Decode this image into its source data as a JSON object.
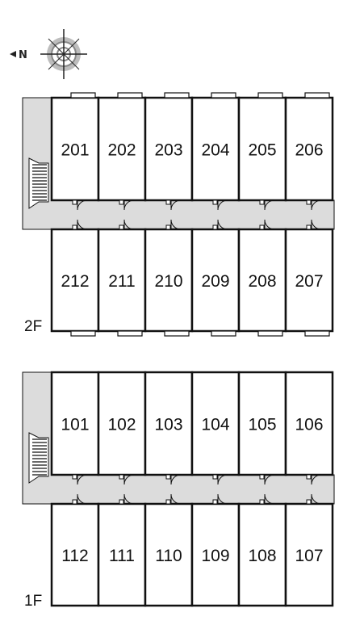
{
  "compass": {
    "north_label": "N",
    "icon": "compass-rose-icon"
  },
  "colors": {
    "corridor": "#dcdcdc",
    "wall": "#111111",
    "background": "#ffffff"
  },
  "floors": [
    {
      "id": "2F",
      "label": "2F",
      "front_rooms": [
        "201",
        "202",
        "203",
        "204",
        "205",
        "206"
      ],
      "back_rooms": [
        "212",
        "211",
        "210",
        "209",
        "208",
        "207"
      ]
    },
    {
      "id": "1F",
      "label": "1F",
      "front_rooms": [
        "101",
        "102",
        "103",
        "104",
        "105",
        "106"
      ],
      "back_rooms": [
        "112",
        "111",
        "110",
        "109",
        "108",
        "107"
      ]
    }
  ]
}
